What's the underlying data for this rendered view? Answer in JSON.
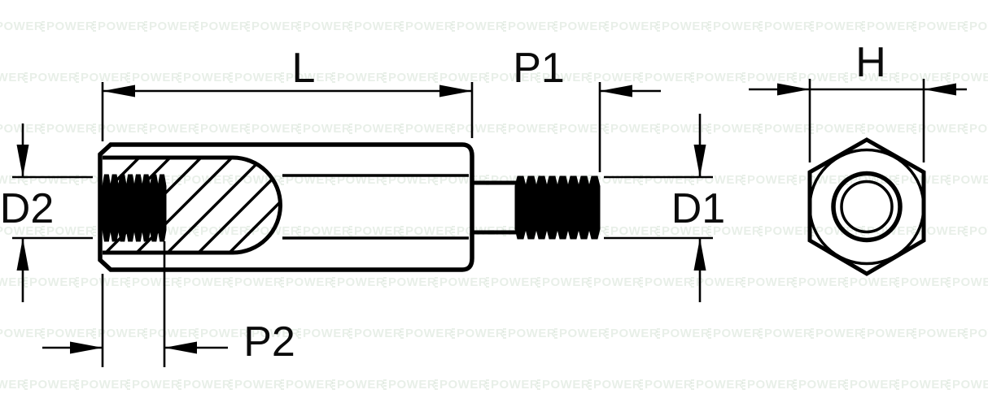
{
  "drawing": {
    "labels": {
      "length": "L",
      "p1": "P1",
      "p2": "P2",
      "d1": "D1",
      "d2": "D2",
      "h": "H"
    }
  },
  "watermark": {
    "text": "POWER"
  },
  "colors": {
    "line": "#000000",
    "background": "#ffffff",
    "watermark_tint": "#8aaf8a"
  }
}
